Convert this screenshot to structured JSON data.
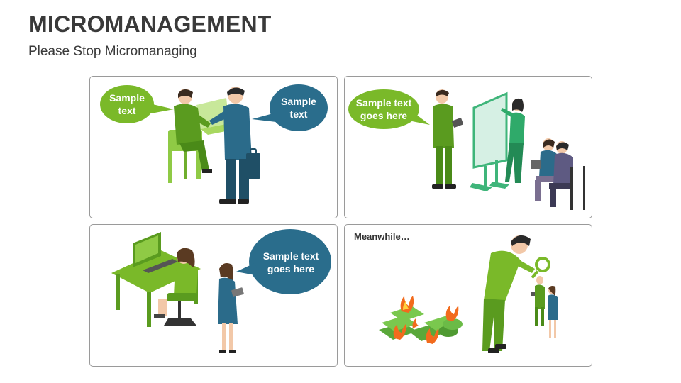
{
  "slide": {
    "title": "MICROMANAGEMENT",
    "subtitle": "Please Stop Micromanaging"
  },
  "panels": {
    "p1": {
      "bubble_left": "Sample text",
      "bubble_right": "Sample text"
    },
    "p2": {
      "bubble": "Sample text goes here"
    },
    "p3": {
      "bubble": "Sample text goes here"
    },
    "p4": {
      "caption": "Meanwhile…"
    }
  },
  "colors": {
    "green_bubble": "#7ab929",
    "teal_bubble": "#2a6d8c",
    "green_dark": "#5a9b1f",
    "green_light": "#a8d860",
    "teal_suit": "#2b6b8a",
    "skin": "#f2c8a8",
    "hair": "#2a2a2a"
  },
  "icons": {
    "p1": [
      "seated-man-icon",
      "desk-chair-icon",
      "standing-businessman-icon",
      "briefcase-icon"
    ],
    "p2": [
      "presenter-man-icon",
      "flipchart-icon",
      "presenter-woman-icon",
      "seated-audience-icon"
    ],
    "p3": [
      "desk-worker-icon",
      "computer-monitor-icon",
      "standing-woman-icon"
    ],
    "p4": [
      "burning-money-icon",
      "magnifier-man-icon",
      "small-couple-icon"
    ]
  }
}
